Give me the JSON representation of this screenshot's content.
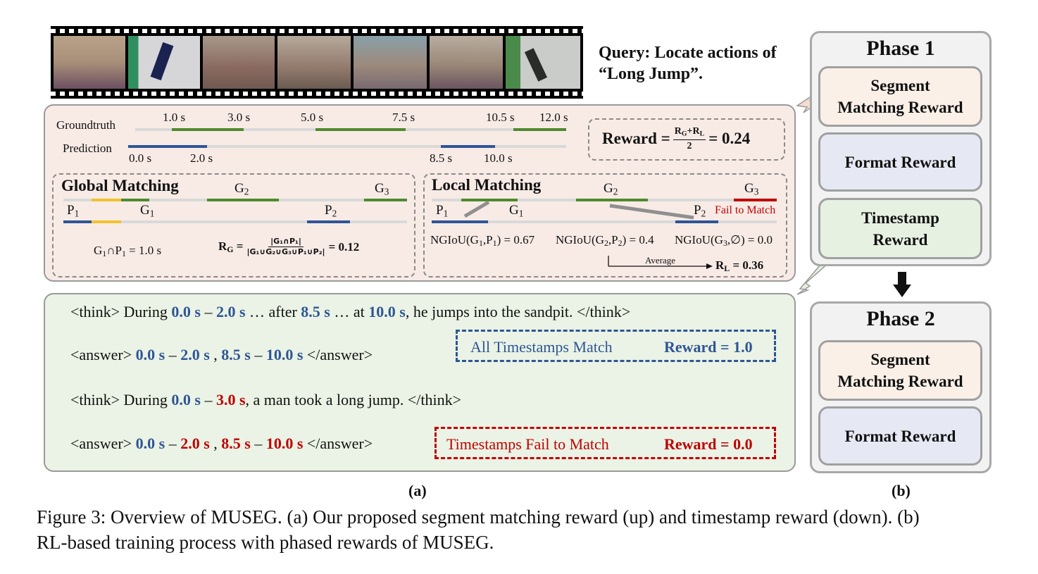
{
  "query": {
    "line1": "Query: Locate actions of",
    "line2": "“Long Jump”."
  },
  "top": {
    "groundtruth_label": "Groundtruth",
    "prediction_label": "Prediction",
    "gt_ticks": [
      "1.0 s",
      "3.0 s",
      "5.0 s",
      "7.5 s",
      "10.5 s",
      "12.0 s"
    ],
    "pred_ticks": [
      "0.0 s",
      "2.0 s",
      "8.5 s",
      "10.0 s"
    ],
    "reward_label": "Reward =",
    "reward_num": "R",
    "reward_den": "2",
    "reward_value": "= 0.24",
    "global": {
      "title": "Global Matching",
      "g1": "G",
      "g2": "G",
      "g3": "G",
      "p1": "P",
      "p2": "P",
      "intersection": "G",
      "intersection_rest": "∩P",
      "intersection_value": " = 1.0 s",
      "rg_label": "R",
      "rg_value": "= 0.12"
    },
    "local": {
      "title": "Local Matching",
      "fail": "Fail to Match",
      "ngiou1": "NGIoU(G",
      "ngiou2": "NGIoU(G",
      "ngiou3": "NGIoU(G",
      "v1": "= 0.67",
      "v2": "= 0.4",
      "v3": "= 0.0",
      "average": "Average",
      "rl_value": "= 0.36"
    }
  },
  "bottom": {
    "think1": {
      "pre": "<think> During ",
      "t1": "0.0 s",
      "dash": " – ",
      "t2": "2.0 s",
      "mid1": " … after ",
      "t3": "8.5 s",
      "mid2": " … at ",
      "t4": "10.0 s",
      "post": ", he jumps into the sandpit. </think>"
    },
    "answer1": {
      "pre": "<answer> ",
      "t1": "0.0 s",
      "dash": " – ",
      "t2": "2.0 s",
      "comma": " , ",
      "t3": "8.5 s",
      "t4": "10.0 s",
      "post": " </answer>"
    },
    "match_label": "All Timestamps Match",
    "match_reward": "Reward = 1.0",
    "think2": {
      "pre": "<think> During ",
      "t1": "0.0 s",
      "dash": " – ",
      "t2": "3.0 s",
      "post": ", a man took a long jump. </think>"
    },
    "answer2": {
      "pre": "<answer> ",
      "t1": "0.0 s",
      "dash": " – ",
      "t2": "2.0 s",
      "comma": " , ",
      "t3": "8.5 s",
      "t4": "10.0 s",
      "post": " </answer>"
    },
    "fail_label": "Timestamps Fail to Match",
    "fail_reward": "Reward = 0.0"
  },
  "phase1": {
    "title": "Phase 1",
    "r1": [
      "Segment",
      "Matching Reward"
    ],
    "r2": "Format Reward",
    "r3": [
      "Timestamp",
      "Reward"
    ]
  },
  "phase2": {
    "title": "Phase 2",
    "r1": [
      "Segment",
      "Matching Reward"
    ],
    "r2": "Format Reward"
  },
  "sublabel_a": "(a)",
  "sublabel_b": "(b)",
  "caption": {
    "line1": "Figure 3: Overview of MUSEG. (a) Our proposed segment matching reward (up) and timestamp reward (down). (b)",
    "line2": "RL-based training process with phased rewards of MUSEG."
  }
}
